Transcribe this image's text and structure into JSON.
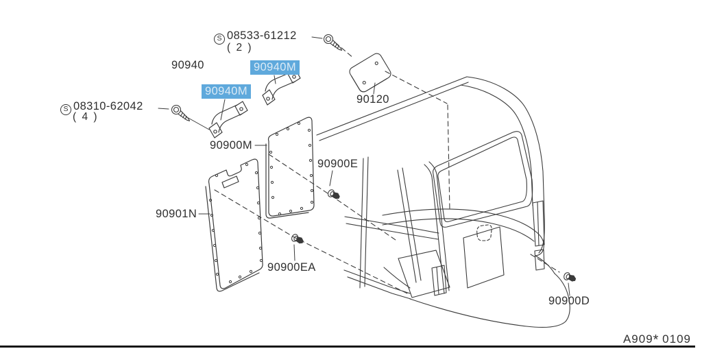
{
  "diagram": {
    "sheet_prefix": "A909",
    "sheet_star": "*",
    "sheet_suffix": " 0109",
    "line_color": "#3a3a3a",
    "highlight_bg": "#5fa9dc",
    "highlight_text": "#dcebf6",
    "s_symbol": "S",
    "labels": {
      "screw_top_code": "08533-61212",
      "screw_top_qty": "( 2 )",
      "screw_left_code": "08310-62042",
      "screw_left_qty": "( 4 )",
      "assembly": "90940",
      "grip_right": "90940M",
      "grip_left": "90940M",
      "plate": "90120",
      "panel_upper": "90900M",
      "clip_e": "90900E",
      "panel_lower": "90901N",
      "clip_ea": "90900EA",
      "clip_d": "90900D"
    }
  }
}
